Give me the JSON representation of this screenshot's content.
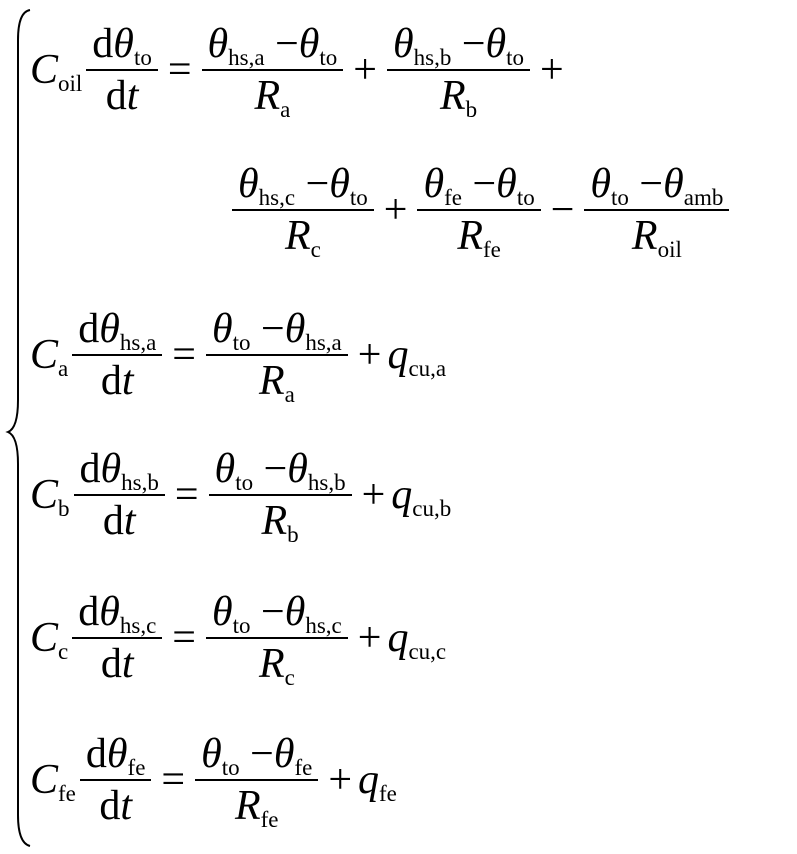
{
  "symbols": {
    "C": "C",
    "R": "R",
    "q": "q",
    "theta": "θ",
    "d": "d",
    "t": "t",
    "plus": "+",
    "minus": "−",
    "eq": "="
  },
  "subs": {
    "oil": "oil",
    "to": "to",
    "hs_a": "hs,a",
    "hs_b": "hs,b",
    "hs_c": "hs,c",
    "a": "a",
    "b": "b",
    "c": "c",
    "fe": "fe",
    "amb": "amb",
    "cu_a": "cu,a",
    "cu_b": "cu,b",
    "cu_c": "cu,c"
  }
}
